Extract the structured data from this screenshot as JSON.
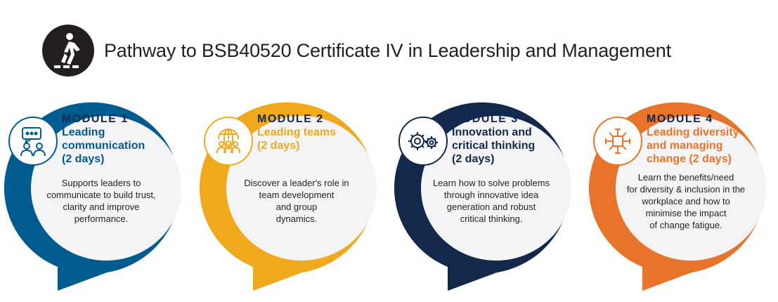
{
  "title": "Pathway to BSB40520 Certificate IV in Leadership and Management",
  "header_icon": "pedestrian-crossing-icon",
  "modules": [
    {
      "label": "MODULE 1",
      "name_lines": [
        "Leading",
        "communication",
        "(2 days)"
      ],
      "desc_lines": [
        "Supports leaders to",
        "communicate to build trust,",
        "clarity and improve",
        "performance."
      ],
      "color": "#005b8f",
      "icon": "chat-people-icon"
    },
    {
      "label": "MODULE 2",
      "name_lines": [
        "Leading teams",
        "(2 days)"
      ],
      "desc_lines": [
        "Discover a leader's role in",
        "team development",
        "and group",
        "dynamics."
      ],
      "color": "#f0a81c",
      "icon": "globe-team-icon"
    },
    {
      "label": "MODULE 3",
      "name_lines": [
        "Innovation and",
        "critical thinking",
        "(2 days)"
      ],
      "desc_lines": [
        "Learn how to solve problems",
        "through innovative idea",
        "generation and robust",
        "critical thinking."
      ],
      "color": "#13294b",
      "icon": "gears-icon"
    },
    {
      "label": "MODULE 4",
      "name_lines": [
        "Leading diversity",
        "and managing",
        "change (2 days)"
      ],
      "desc_lines": [
        "Learn the benefits/need",
        "for diversity & inclusion in the",
        "workplace and how to",
        "minimise the impact",
        "of change fatigue."
      ],
      "color": "#e8742b",
      "icon": "diversity-hands-icon"
    }
  ]
}
